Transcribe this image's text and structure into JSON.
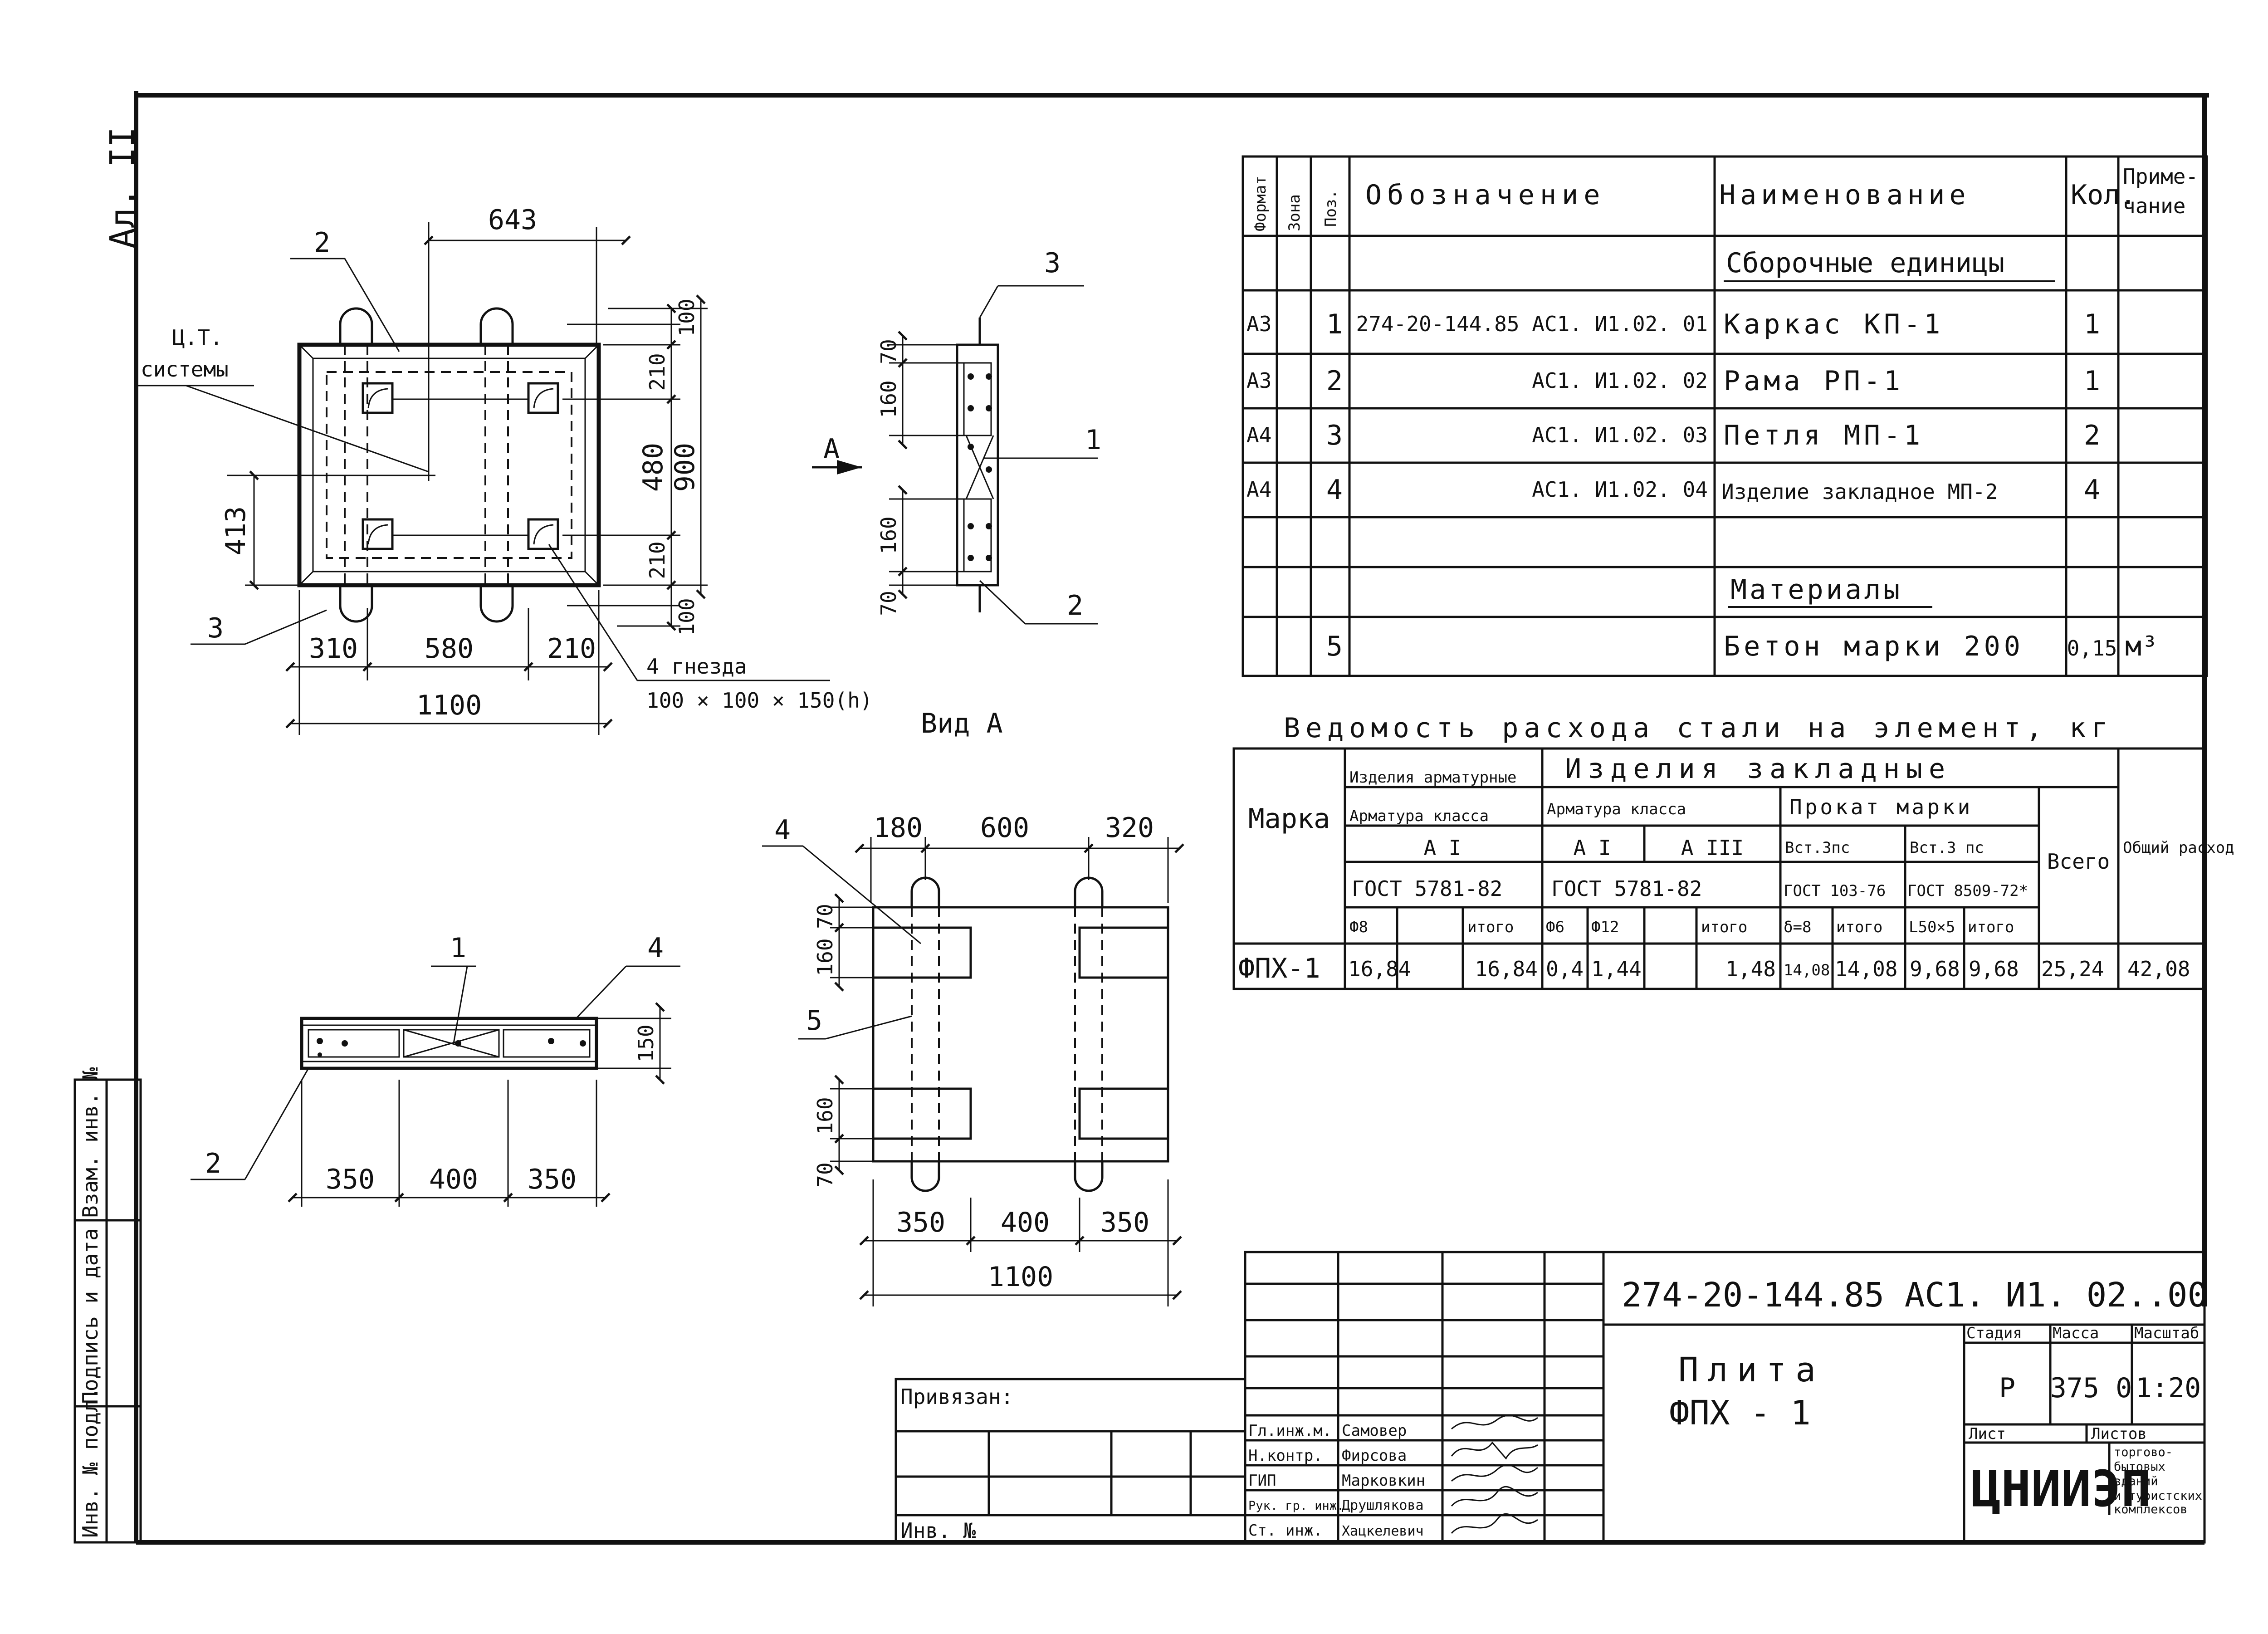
{
  "sheet": {
    "corner_label": "Ал. II",
    "side_stamp": [
      "Инв. № подл.",
      "Подпись и дата",
      "Взам. инв. №"
    ]
  },
  "plan": {
    "dims": {
      "d643": "643",
      "d100": "100",
      "d210a": "210",
      "d480": "480",
      "d900": "900",
      "d210b": "210",
      "d100b": "100",
      "d413": "413",
      "d310": "310",
      "d580": "580",
      "d210c": "210",
      "d1100": "1100"
    },
    "labels": {
      "pos2": "2",
      "pos3": "3",
      "ct1": "Ц.Т.",
      "ct2": "системы",
      "holes1": "4 гнезда",
      "holes2": "100 × 100 × 150(h)"
    }
  },
  "side": {
    "arrow": "А",
    "caption": "Вид  А",
    "labels": {
      "pos3": "3",
      "pos1": "1",
      "pos2": "2"
    },
    "dims": {
      "d160": "160",
      "d70": "70",
      "d160b": "160",
      "d70b": "70"
    }
  },
  "section": {
    "labels": {
      "pos1": "1",
      "pos4": "4",
      "pos2": "2"
    },
    "dims": {
      "d150": "150",
      "d350a": "350",
      "d400": "400",
      "d350b": "350"
    }
  },
  "plan2": {
    "labels": {
      "pos4": "4",
      "pos5": "5"
    },
    "dims": {
      "d180": "180",
      "d600": "600",
      "d320": "320",
      "d160": "160",
      "d70": "70",
      "d160b": "160",
      "d70b": "70",
      "d350a": "350",
      "d400": "400",
      "d350b": "350",
      "d1100": "1100"
    }
  },
  "spec": {
    "headers": {
      "format": "Формат",
      "zone": "Зона",
      "pos": "Поз.",
      "designation": "Обозначение",
      "name": "Наименование",
      "qty": "Кол.",
      "note1": "Приме-",
      "note2": "чание"
    },
    "section_assembly": "Сборочные единицы",
    "section_materials": "Материалы",
    "rows": [
      {
        "format": "А3",
        "pos": "1",
        "designation": "274-20-144.85 АС1. И1.02. 01",
        "name": "Каркас  КП-1",
        "qty": "1",
        "note": ""
      },
      {
        "format": "А3",
        "pos": "2",
        "designation": "АС1. И1.02. 02",
        "name": "Рама     РП-1",
        "qty": "1",
        "note": ""
      },
      {
        "format": "А4",
        "pos": "3",
        "designation": "АС1. И1.02. 03",
        "name": "Петля    МП-1",
        "qty": "2",
        "note": ""
      },
      {
        "format": "А4",
        "pos": "4",
        "designation": "АС1. И1.02. 04",
        "name": "Изделие закладное МП-2",
        "qty": "4",
        "note": ""
      },
      {
        "format": "",
        "pos": "5",
        "designation": "",
        "name": "Бетон  марки  200",
        "qty": "0,15",
        "note": "м³"
      }
    ]
  },
  "steel": {
    "title": "Ведомость расхода стали на элемент,  кг",
    "headers": {
      "mark": "Марка",
      "rebar_items": "Изделия арматурные",
      "embedded_items": "Изделия   закладные",
      "rebar_class1": "Арматура класса",
      "rebar_class2": "Арматура  класса",
      "rolled": "Прокат  марки",
      "a1": "А I",
      "a1b": "А I",
      "a3": "А III",
      "vst1": "Вст.3пс",
      "vst2": "Вст.3 пс",
      "gost1": "ГОСТ 5781-82",
      "gost2": "ГОСТ  5781-82",
      "gost3": "ГОСТ 103-76",
      "gost4": "ГОСТ 8509-72*",
      "total": "Всего",
      "overall": "Общий расход",
      "sub": [
        "Ф8",
        "",
        "итого",
        "Ф6",
        "Ф12",
        "",
        "итого",
        "δ=8",
        "итого",
        "L50×5",
        "итого"
      ]
    },
    "row": {
      "mark": "ФПХ-1",
      "values": [
        "16,84",
        "",
        "16,84",
        "0,4",
        "1,44",
        "",
        "1,48",
        "14,08",
        "14,08",
        "9,68",
        "9,68",
        "25,24",
        "42,08"
      ]
    }
  },
  "titleblock": {
    "code": "274-20-144.85 АС1. И1. 02..00",
    "name1": "Плита",
    "name2": "ФПХ - 1",
    "bound": "Привязан:",
    "inv": "Инв. №",
    "stage_h": "Стадия",
    "mass_h": "Масса",
    "scale_h": "Масштаб",
    "stage": "Р",
    "mass": "375 0",
    "scale": "1:20",
    "sheet_h": "Лист",
    "sheets_h": "Листов",
    "org": "ЦНИИЭП",
    "org_small": [
      "торгово-",
      "бытовых",
      "зданий",
      "и туристских",
      "комплексов"
    ],
    "people": [
      {
        "role": "Гл.инж.м.",
        "name": "Самовер"
      },
      {
        "role": "Н.контр.",
        "name": "Фирсова"
      },
      {
        "role": "ГИП",
        "name": "Марковкин"
      },
      {
        "role": "Рук. гр. инж.",
        "name": "Друшлякова"
      },
      {
        "role": "Ст. инж.",
        "name": "Хацкелевич"
      }
    ]
  }
}
